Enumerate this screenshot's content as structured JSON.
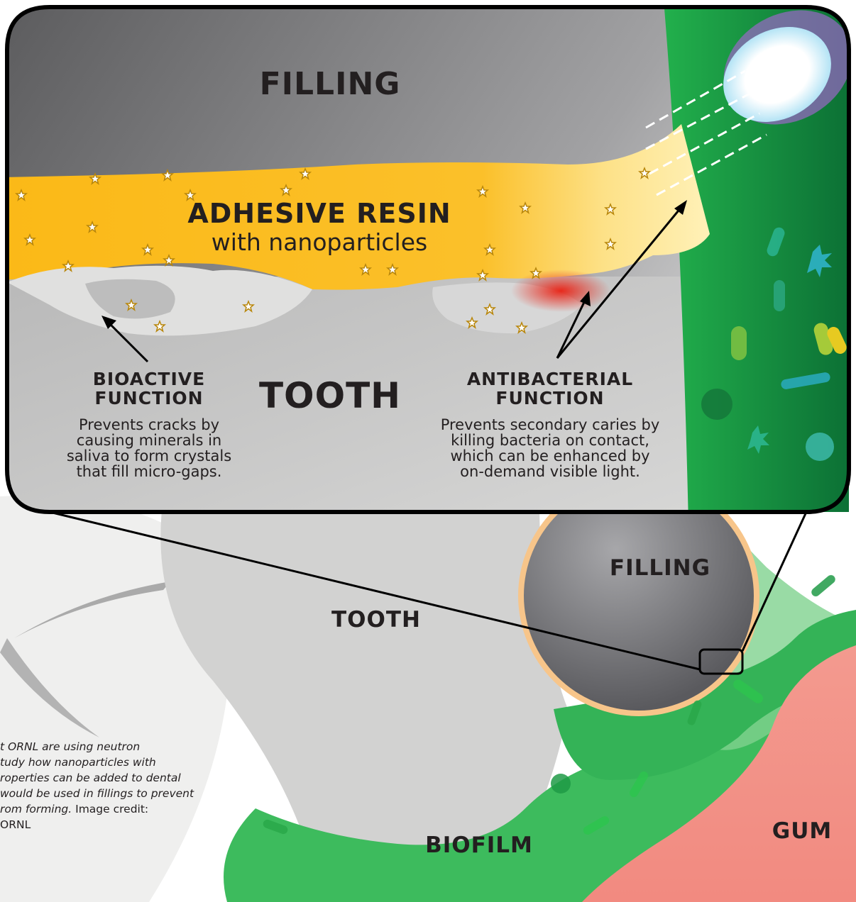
{
  "colors": {
    "filling": "#8f8f91",
    "resin": "#fbbf1d",
    "tooth": "#c9c9c8",
    "biofilm": "#1aa64a",
    "gum": "#f4978e",
    "outline": "#000000",
    "text": "#231f20"
  },
  "inset": {
    "filling_label": "FILLING",
    "resin_title": "ADHESIVE RESIN",
    "resin_subtitle": "with nanoparticles",
    "tooth_label": "TOOTH",
    "bioactive": {
      "title_line1": "BIOACTIVE",
      "title_line2": "FUNCTION",
      "desc_lines": [
        "Prevents cracks by",
        "causing minerals in",
        "saliva to form crystals",
        "that fill micro-gaps."
      ]
    },
    "antibacterial": {
      "title_line1": "ANTIBACTERIAL",
      "title_line2": "FUNCTION",
      "desc_lines": [
        "Prevents secondary caries by",
        "killing bacteria on contact,",
        "which can be enhanced by",
        "on-demand visible light."
      ]
    }
  },
  "overview": {
    "filling_label": "FILLING",
    "tooth_label": "TOOTH",
    "biofilm_label": "BIOFILM",
    "gum_label": "GUM"
  },
  "caption": {
    "italic_lines": [
      "t ORNL are using neutron",
      "tudy how nanoparticles with",
      "roperties can be added to dental",
      "would be used in fillings to prevent"
    ],
    "last_italic": "rom forming.",
    "credit_inline": " Image credit:",
    "credit_line": "ORNL"
  }
}
